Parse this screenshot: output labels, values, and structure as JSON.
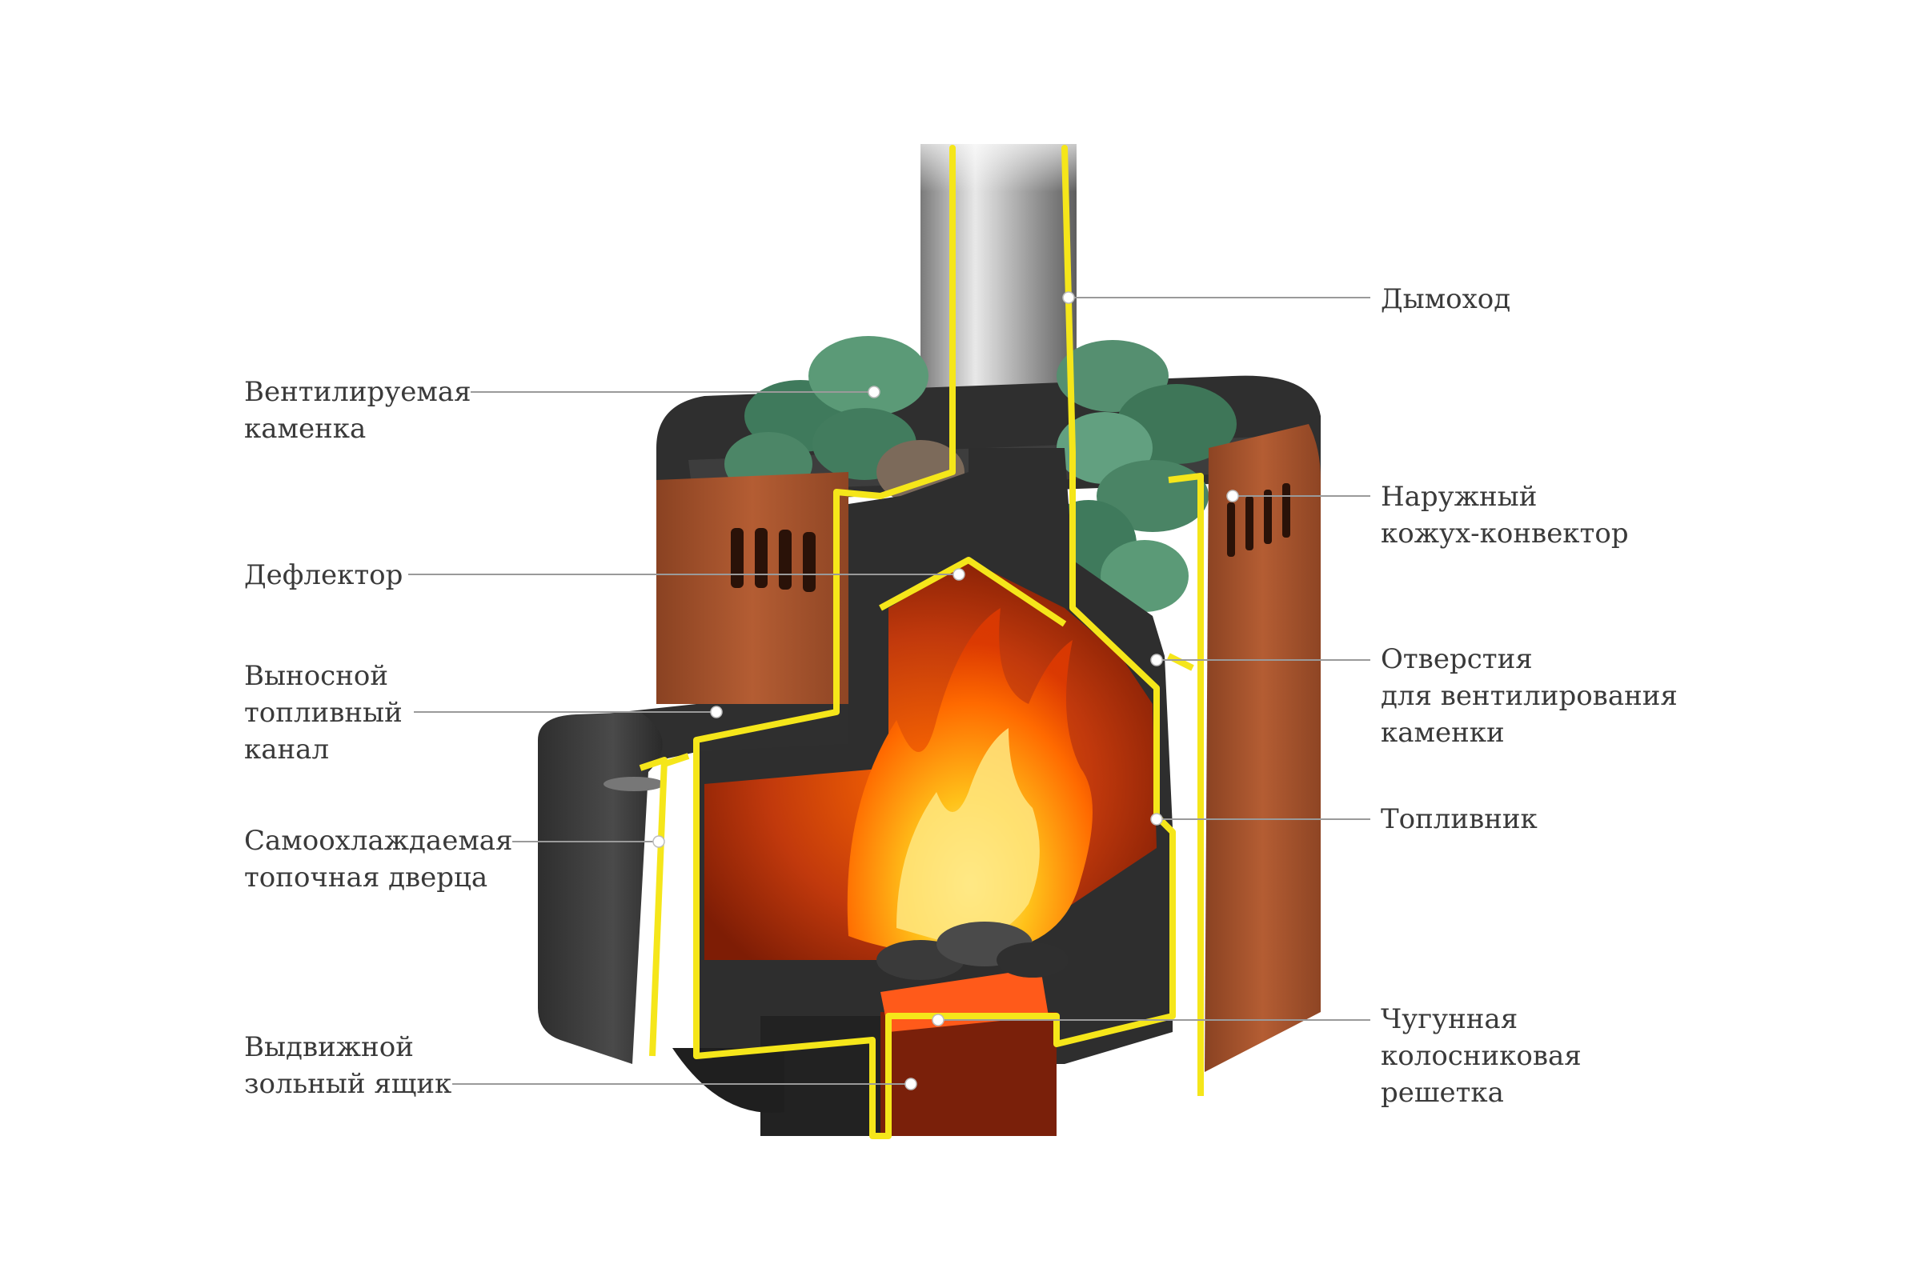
{
  "labels": {
    "chimney": [
      "Дымоход"
    ],
    "stone_chamber": [
      "Вентилируемая",
      "каменка"
    ],
    "outer_casing": [
      "Наружный",
      "кожух-конвектор"
    ],
    "deflector": [
      "Дефлектор"
    ],
    "vent_holes": [
      "Отверстия",
      "для вентилирования",
      "каменки"
    ],
    "fuel_channel": [
      "Выносной",
      "топливный",
      "канал"
    ],
    "firebox": [
      "Топливник"
    ],
    "door": [
      "Самоохлаждаемая",
      "топочная дверца"
    ],
    "grate": [
      "Чугунная",
      "колосниковая",
      "решетка"
    ],
    "ash_box": [
      "Выдвижной",
      "зольный ящик"
    ]
  },
  "colors": {
    "outline": "#f5e61a",
    "casing": "#a4532e",
    "casing_dark": "#7d3a1d",
    "metal": "#3b3b3b",
    "stones": "#4f8a6a",
    "flame": "#ff7a10",
    "firebox_inner": "#b8360e"
  }
}
